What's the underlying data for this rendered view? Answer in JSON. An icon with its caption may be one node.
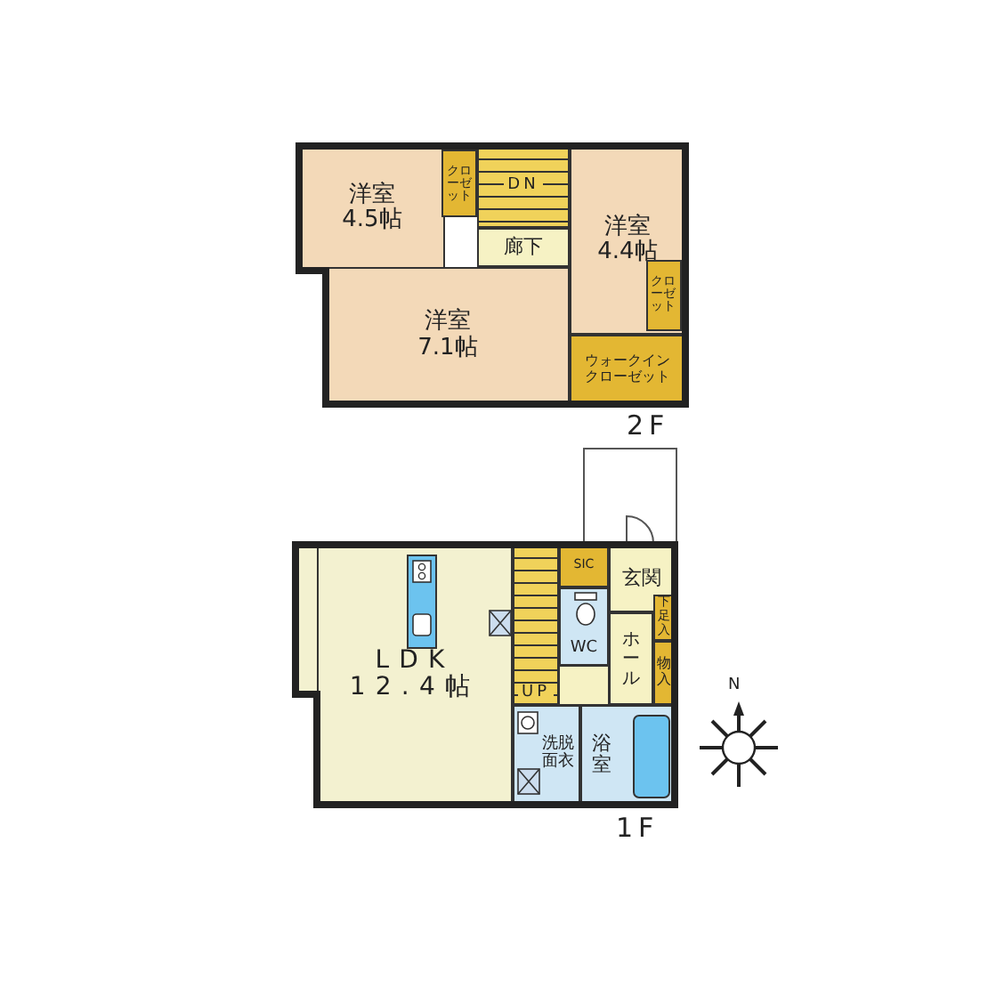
{
  "diagram": {
    "nodes": [
      {
        "text": [
          "洋室",
          "4.5帖"
        ]
      },
      {
        "text": [
          "クローゼット"
        ]
      },
      {
        "text": [
          "DN"
        ]
      },
      {
        "text": [
          "廊下"
        ]
      },
      {
        "text": [
          "洋室",
          "4.4帖"
        ]
      },
      {
        "text": [
          "クローゼット"
        ],
        "in": 4
      },
      {
        "text": [
          "洋室",
          "7.1帖"
        ]
      },
      {
        "text": [
          "ウォークインクローゼット"
        ]
      },
      {
        "text": [
          "LDK",
          "12.4帖"
        ]
      },
      {
        "text": [
          "UP"
        ]
      },
      {
        "text": [
          "SIC"
        ]
      },
      {
        "text": [
          "WC"
        ]
      },
      {
        "text": [
          "玄関"
        ]
      },
      {
        "text": [
          "下足入"
        ]
      },
      {
        "text": [
          "ホール"
        ]
      },
      {
        "text": [
          "物入"
        ]
      },
      {
        "text": [
          "洗脱面衣"
        ]
      },
      {
        "text": [
          "浴室"
        ]
      }
    ],
    "labels": [
      "2F",
      "1F",
      "N"
    ]
  }
}
